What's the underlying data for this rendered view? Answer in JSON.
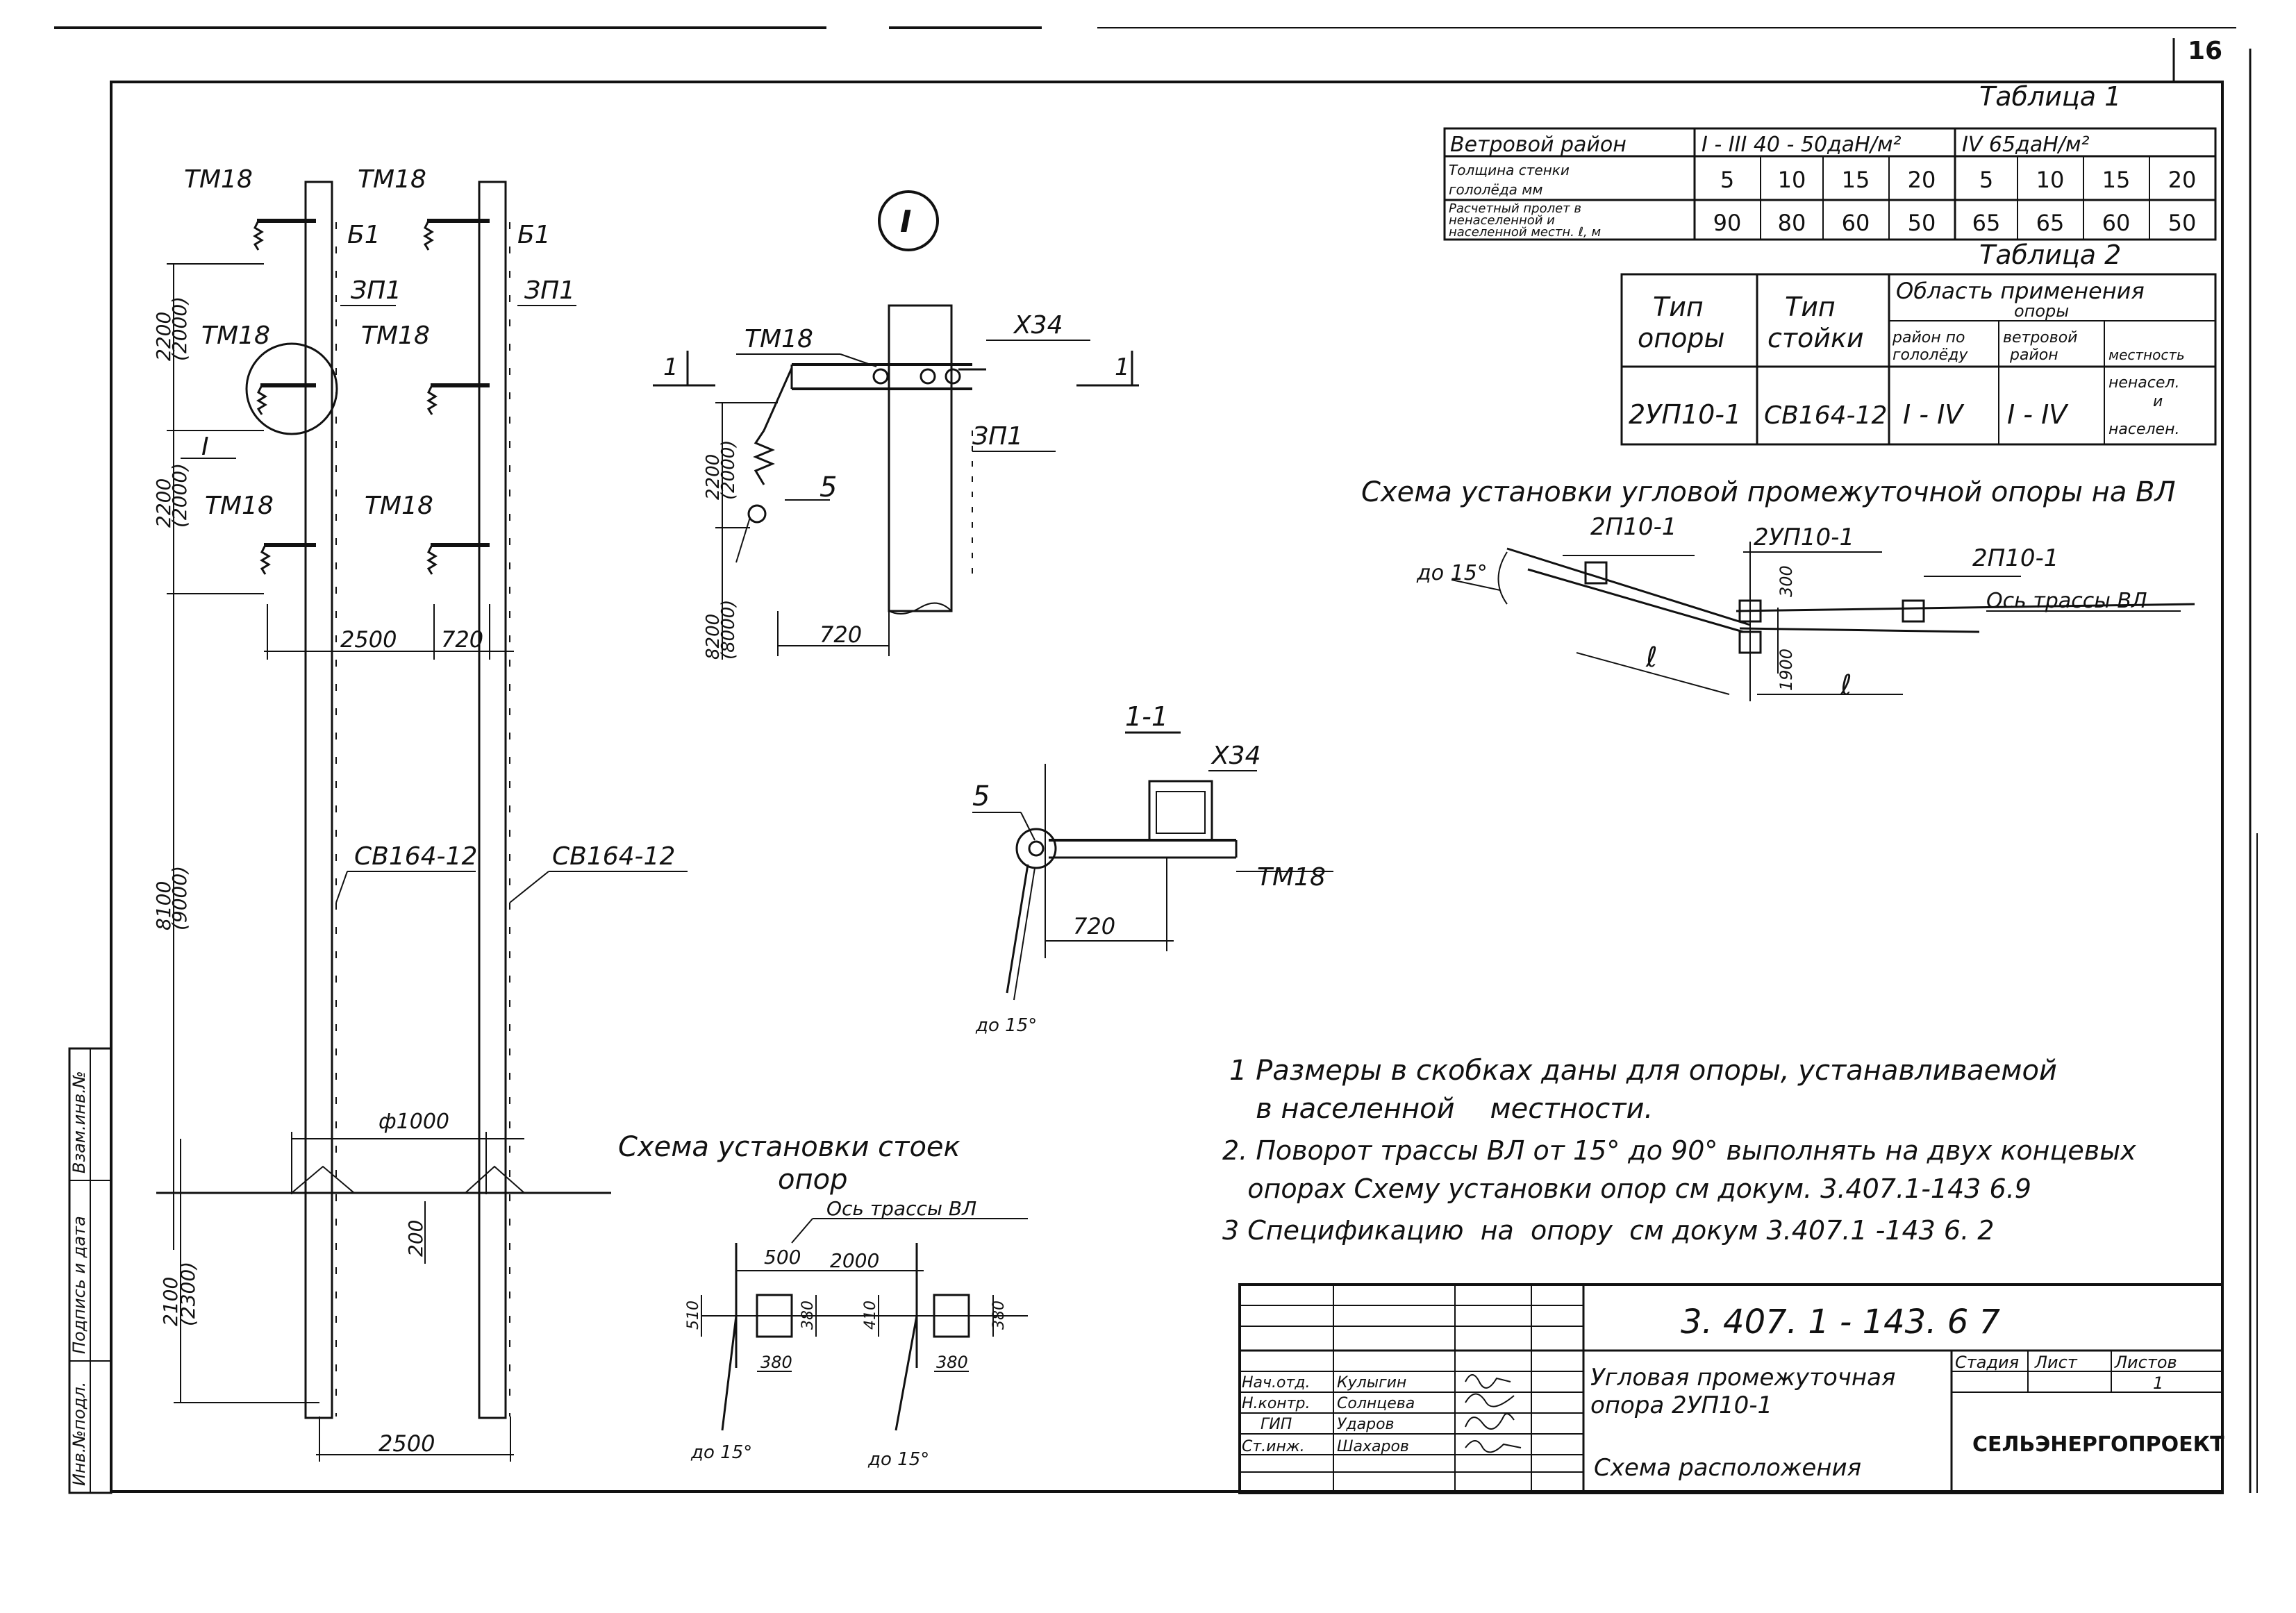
{
  "sheet": {
    "number": "16",
    "doc_code": "3. 407. 1 - 143. 6 7",
    "title_line1": "Угловая промежуточная",
    "title_line2": "опора  2УП10-1",
    "subtitle": "Схема расположения",
    "org": "СЕЛЬЭНЕРГОПРОЕКТ",
    "stage_label": "Стадия",
    "sheet_label": "Лист",
    "sheets_label": "Листов",
    "sheets_value": "1",
    "roles": [
      {
        "role": "Нач.отд.",
        "name": "Кулыгин"
      },
      {
        "role": "Н.контр.",
        "name": "Солнцева"
      },
      {
        "role": "ГИП",
        "name": "Ударов"
      },
      {
        "role": "Ст.инж.",
        "name": "Шахаров"
      }
    ],
    "margin_labels": [
      "Инв.№подл.",
      "Подпись и дата",
      "Взам.инв.№"
    ]
  },
  "table1": {
    "caption": "Таблица 1",
    "head_label": "Ветровой район",
    "group1": "I - III   40 - 50даН/м²",
    "group2": "IV   65даН/м²",
    "row2_label_a": "Толщина стенки",
    "row2_label_b": "гололёда   мм",
    "row2_values": [
      "5",
      "10",
      "15",
      "20",
      "5",
      "10",
      "15",
      "20"
    ],
    "row3_label_a": "Расчетный пролет в",
    "row3_label_b": "ненаселенной и",
    "row3_label_c": "населенной местн. ℓ, м",
    "row3_values": [
      "90",
      "80",
      "60",
      "50",
      "65",
      "65",
      "60",
      "50"
    ]
  },
  "table2": {
    "caption": "Таблица 2",
    "col1_a": "Тип",
    "col1_b": "опоры",
    "col2_a": "Тип",
    "col2_b": "стойки",
    "col3_group_a": "Область применения",
    "col3_group_b": "опоры",
    "col3_sub1_a": "район по",
    "col3_sub1_b": "гололёду",
    "col3_sub2_a": "ветровой",
    "col3_sub2_b": "район",
    "col3_sub3": "местность",
    "row_type": "2УП10-1",
    "row_rack": "СВ164-12",
    "row_ice": "I - IV",
    "row_wind": "I - IV",
    "row_area_a": "ненасел.",
    "row_area_b": "и",
    "row_area_c": "населен."
  },
  "pole_view": {
    "tm18": "ТМ18",
    "b1": "Б1",
    "zp1": "ЗП1",
    "rack": "СВ164-12",
    "node": "I",
    "d2200": "2200",
    "d2000": "(2000)",
    "d8100": "8100",
    "d9000": "(9000)",
    "d2100": "2100",
    "d2300": "(2300)",
    "d2500": "2500",
    "d720": "720",
    "d1000": "ф1000",
    "d200": "200"
  },
  "node_view": {
    "circle_label": "I",
    "tm18": "ТМ18",
    "x34": "Х34",
    "zp1": "ЗП1",
    "item5": "5",
    "cut": "1",
    "d2200": "2200",
    "d2000": "(2000)",
    "d8200": "8200",
    "d8000": "(8000)",
    "d720": "720"
  },
  "section_view": {
    "title": "1-1",
    "x34": "Х34",
    "tm18": "ТМ18",
    "item5": "5",
    "d720": "720",
    "angle": "до 15°"
  },
  "route_scheme": {
    "title": "Схема установки угловой промежуточной опоры на ВЛ",
    "p1": "2П10-1",
    "p2": "2УП10-1",
    "p3": "2П10-1",
    "axis": "Ось трассы ВЛ",
    "angle": "до 15°",
    "span": "ℓ",
    "d300": "300",
    "d1900": "1900"
  },
  "foot_scheme": {
    "title_a": "Схема установки стоек",
    "title_b": "опор",
    "axis": "Ось трассы ВЛ",
    "d500": "500",
    "d2000": "2000",
    "d510": "510",
    "d380": "380",
    "d410": "410",
    "angle": "до 15°"
  },
  "notes": [
    "1 Размеры в скобках даны для опоры, устанавливаемой",
    "   в населенной    местности.",
    "2. Поворот трассы ВЛ от 15° до 90° выполнять на двух концевых",
    "   опорах Схему установки опор см докум. 3.407.1-143 6.9",
    "3 Спецификацию  на  опору  см докум 3.407.1 -143 6. 2"
  ]
}
